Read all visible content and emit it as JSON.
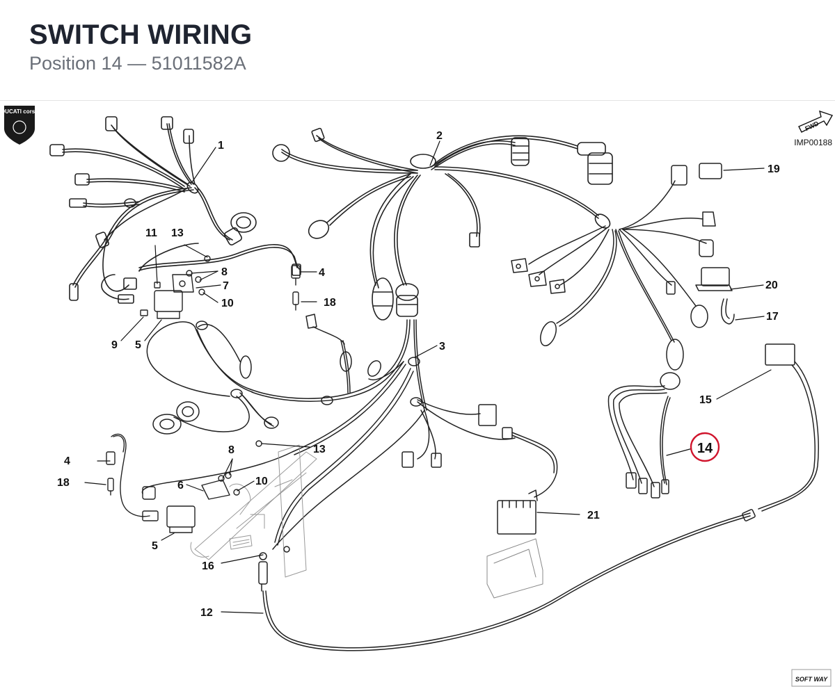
{
  "header": {
    "title": "SWITCH WIRING",
    "subtitle": "Position 14 — 51011582A"
  },
  "diagram": {
    "image_code": "IMP00188",
    "fwd_label": "FWD",
    "brand_logo_text": "DUCATI corse",
    "footer_logo_text": "SOFT WAY",
    "highlight_color": "#d0142c",
    "highlighted_callout": "14",
    "callouts": [
      {
        "id": "c1",
        "label": "1"
      },
      {
        "id": "c2",
        "label": "2"
      },
      {
        "id": "c3",
        "label": "3"
      },
      {
        "id": "c4a",
        "label": "4"
      },
      {
        "id": "c4b",
        "label": "4"
      },
      {
        "id": "c5a",
        "label": "5"
      },
      {
        "id": "c5b",
        "label": "5"
      },
      {
        "id": "c6",
        "label": "6"
      },
      {
        "id": "c7",
        "label": "7"
      },
      {
        "id": "c8a",
        "label": "8"
      },
      {
        "id": "c8b",
        "label": "8"
      },
      {
        "id": "c9",
        "label": "9"
      },
      {
        "id": "c10a",
        "label": "10"
      },
      {
        "id": "c10b",
        "label": "10"
      },
      {
        "id": "c11",
        "label": "11"
      },
      {
        "id": "c12",
        "label": "12"
      },
      {
        "id": "c13a",
        "label": "13"
      },
      {
        "id": "c13b",
        "label": "13"
      },
      {
        "id": "c15",
        "label": "15"
      },
      {
        "id": "c16",
        "label": "16"
      },
      {
        "id": "c17",
        "label": "17"
      },
      {
        "id": "c18a",
        "label": "18"
      },
      {
        "id": "c18b",
        "label": "18"
      },
      {
        "id": "c19",
        "label": "19"
      },
      {
        "id": "c20",
        "label": "20"
      },
      {
        "id": "c21",
        "label": "21"
      }
    ]
  }
}
